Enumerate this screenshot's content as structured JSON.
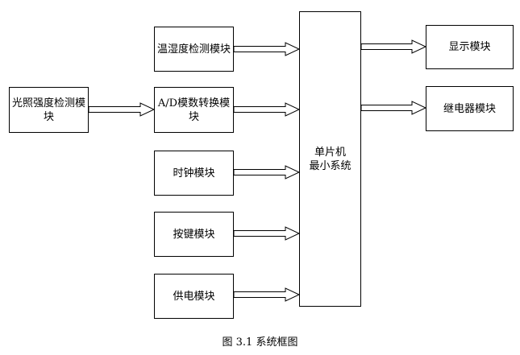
{
  "diagram": {
    "boxes": {
      "light_sensor": "光照强度检测模\n块",
      "temp_humidity": "温湿度检测模块",
      "adc": "A/D模数转换模\n块",
      "clock": "时钟模块",
      "keys": "按键模块",
      "power": "供电模块",
      "mcu": "单片机\n最小系统",
      "display": "显示模块",
      "relay": "继电器模块"
    },
    "caption": "图 3.1  系统框图"
  }
}
